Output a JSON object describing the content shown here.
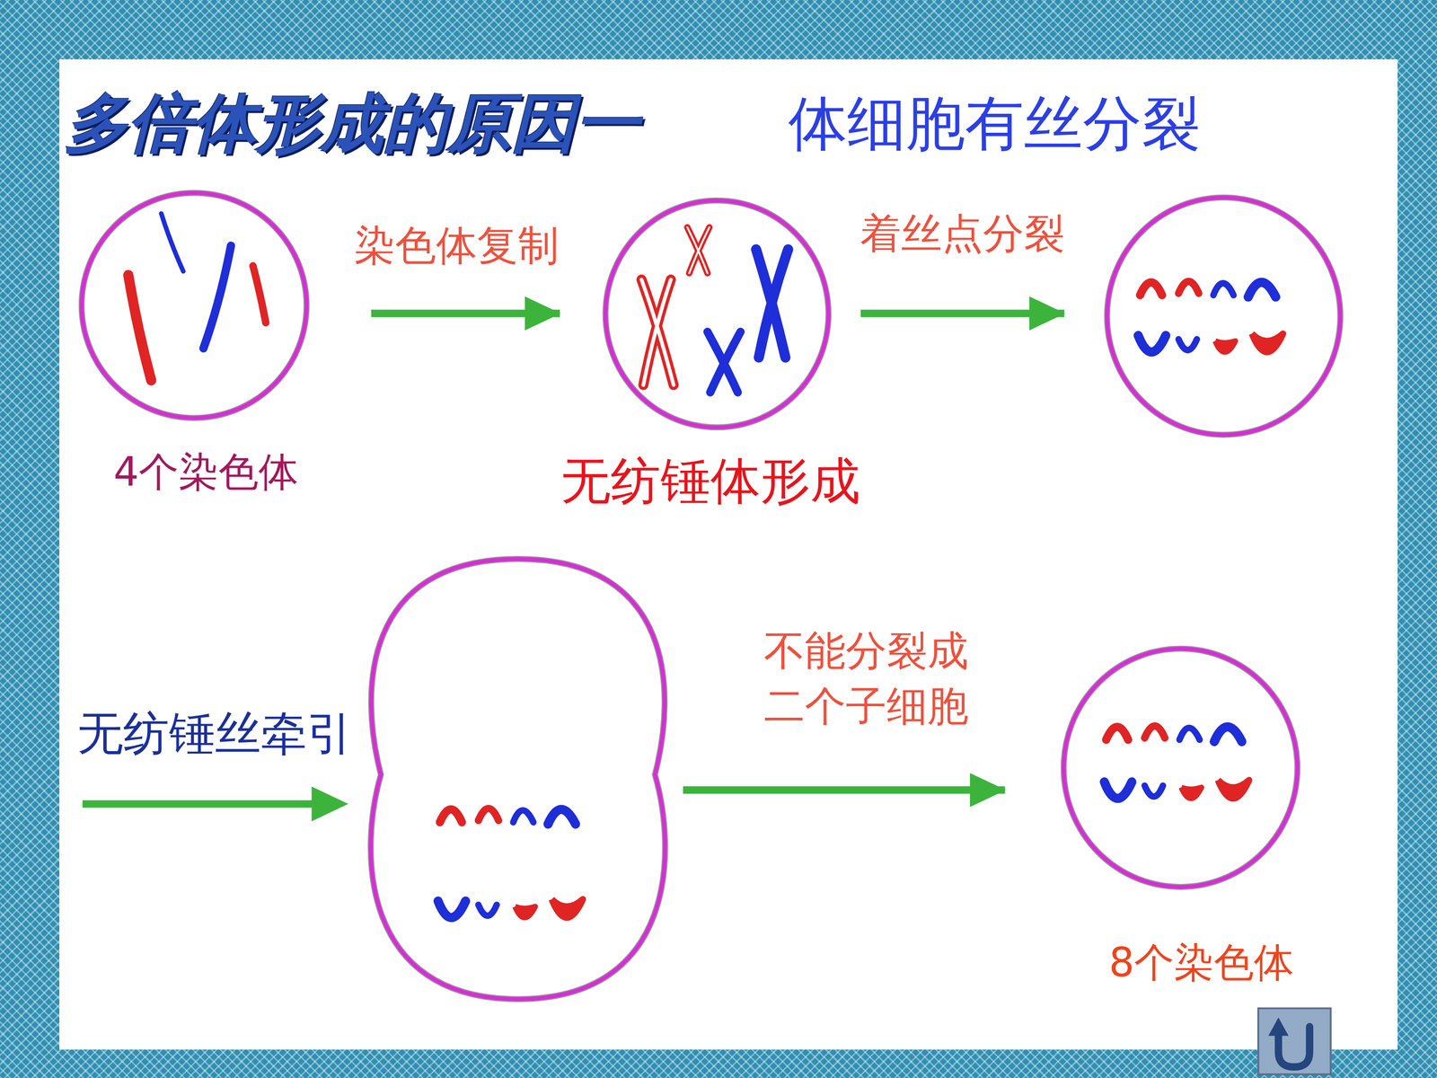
{
  "diagram": {
    "title": "多倍体形成的原因一",
    "nodes": [
      {
        "text": [
          "4个染色体"
        ]
      },
      {
        "text": [
          "无纺锤体形成"
        ]
      },
      {
        "text": []
      },
      {
        "text": []
      },
      {
        "text": [
          "8个染色体"
        ]
      }
    ],
    "edges": [
      {
        "from": 0,
        "to": 1,
        "arrow": "to",
        "label": "染色体复制"
      },
      {
        "from": 1,
        "to": 2,
        "arrow": "to",
        "label": "着丝点分裂"
      },
      {
        "from": 3,
        "to": 4,
        "arrow": "to",
        "label": "不能分裂成 二个子细胞"
      }
    ],
    "labels": [
      "体细胞有丝分裂",
      "无纺锤丝牵引"
    ]
  }
}
